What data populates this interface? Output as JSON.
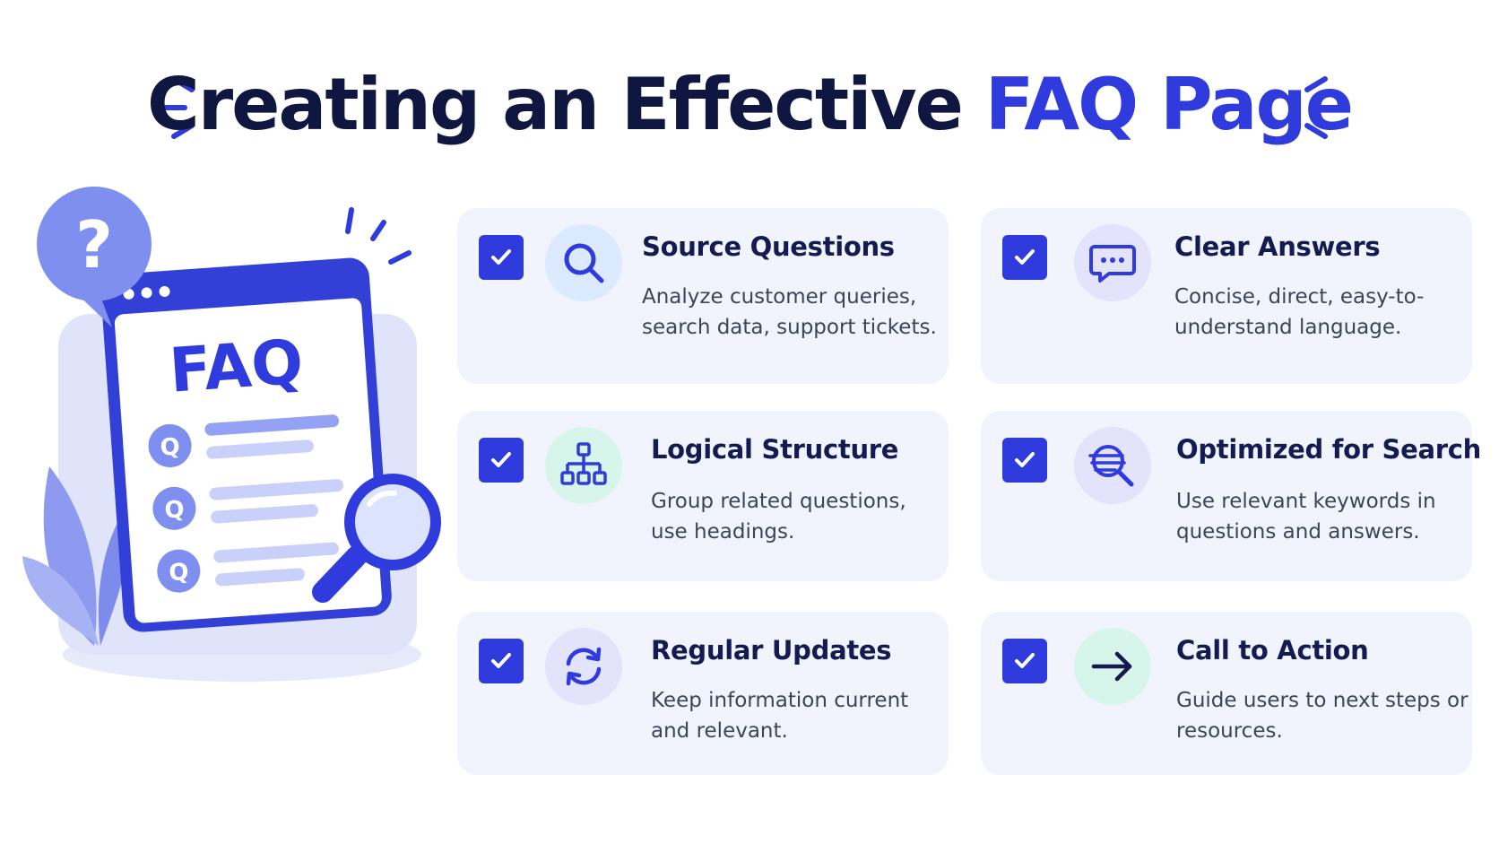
{
  "header": {
    "title_main": "Creating an Effective ",
    "title_accent": "FAQ Page"
  },
  "illustration": {
    "badge_symbol": "?",
    "window_label": "FAQ",
    "question_marker": "Q"
  },
  "colors": {
    "accent": "#2f3bdc",
    "title_dark": "#0f1640",
    "card_bg": "#f1f4fc"
  },
  "cards": [
    {
      "title": "Source Questions",
      "description": "Analyze customer queries, search data, support tickets.",
      "icon": "search-icon",
      "checked": true
    },
    {
      "title": "Clear Answers",
      "description": "Concise, direct, easy-to-understand language.",
      "icon": "chat-bubble-icon",
      "checked": true
    },
    {
      "title": "Logical Structure",
      "description": "Group related questions, use headings.",
      "icon": "hierarchy-icon",
      "checked": true
    },
    {
      "title": "Optimized for Search",
      "description": "Use relevant keywords in questions and answers.",
      "icon": "search-list-icon",
      "checked": true
    },
    {
      "title": "Regular Updates",
      "description": "Keep information current and relevant.",
      "icon": "refresh-icon",
      "checked": true
    },
    {
      "title": "Call to Action",
      "description": "Guide users to next steps or resources.",
      "icon": "arrow-right-icon",
      "checked": true
    }
  ]
}
